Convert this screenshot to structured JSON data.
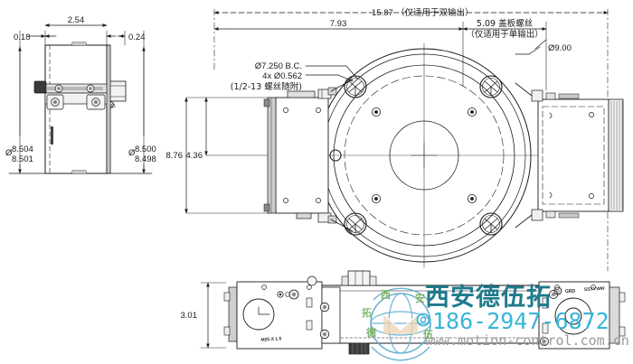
{
  "drawing": {
    "title": "encoder-outline-dimension-drawing",
    "units_note": "inch",
    "background": "#ffffff",
    "line_color": "#1a1a1a",
    "thin_color": "#555555"
  },
  "views": {
    "left_view": {
      "name": "side-section-view",
      "dimensions": {
        "top_a": "0.18",
        "top_b": "2.54",
        "top_c": "0.24",
        "left_diameter": "Ø8.504\n8.501",
        "left_diameter_main": "8.504",
        "left_diameter_sub": "8.501",
        "right_diameter_main": "8.500",
        "right_diameter_sub": "8.498",
        "dia_symbol": "Ø"
      }
    },
    "main_view": {
      "name": "front-plan-view",
      "dimensions": {
        "overall_width": "15.87",
        "overall_width_note": "（仅适用于双输出）",
        "inner_width": "7.93",
        "cover_screw": "5.09 盖板螺丝",
        "cover_screw_note": "（仅适用于单输出）",
        "flange_dia": "Ø9.00",
        "height_total": "8.76",
        "height_half": "4.36"
      },
      "callouts": {
        "bolt_circle": "Ø7.250 B.C.",
        "hole_qty": "4x Ø0.562",
        "screw_note": "(1/2-13 螺丝随附)"
      }
    },
    "bottom_view": {
      "name": "bottom-elevation-view",
      "dimensions": {
        "height": "3.01"
      },
      "labels": {
        "thread": "M25 X 1.5",
        "ground": "GRD",
        "date_code": "SSYYWW"
      }
    }
  },
  "watermark": {
    "company_cn": "西安德伍拓",
    "phone": "186-2947-6872",
    "phone_prefix": "©",
    "website": "www.motion-control.com.cn",
    "logo_chars": [
      "西",
      "安",
      "德",
      "伍",
      "拓"
    ],
    "colors": {
      "company": "#1f7a8c",
      "phone": "#39b5d8",
      "website": "#9a9a9a",
      "logo": "#5aa9cf",
      "logo_accent": "#6aa84f"
    }
  }
}
